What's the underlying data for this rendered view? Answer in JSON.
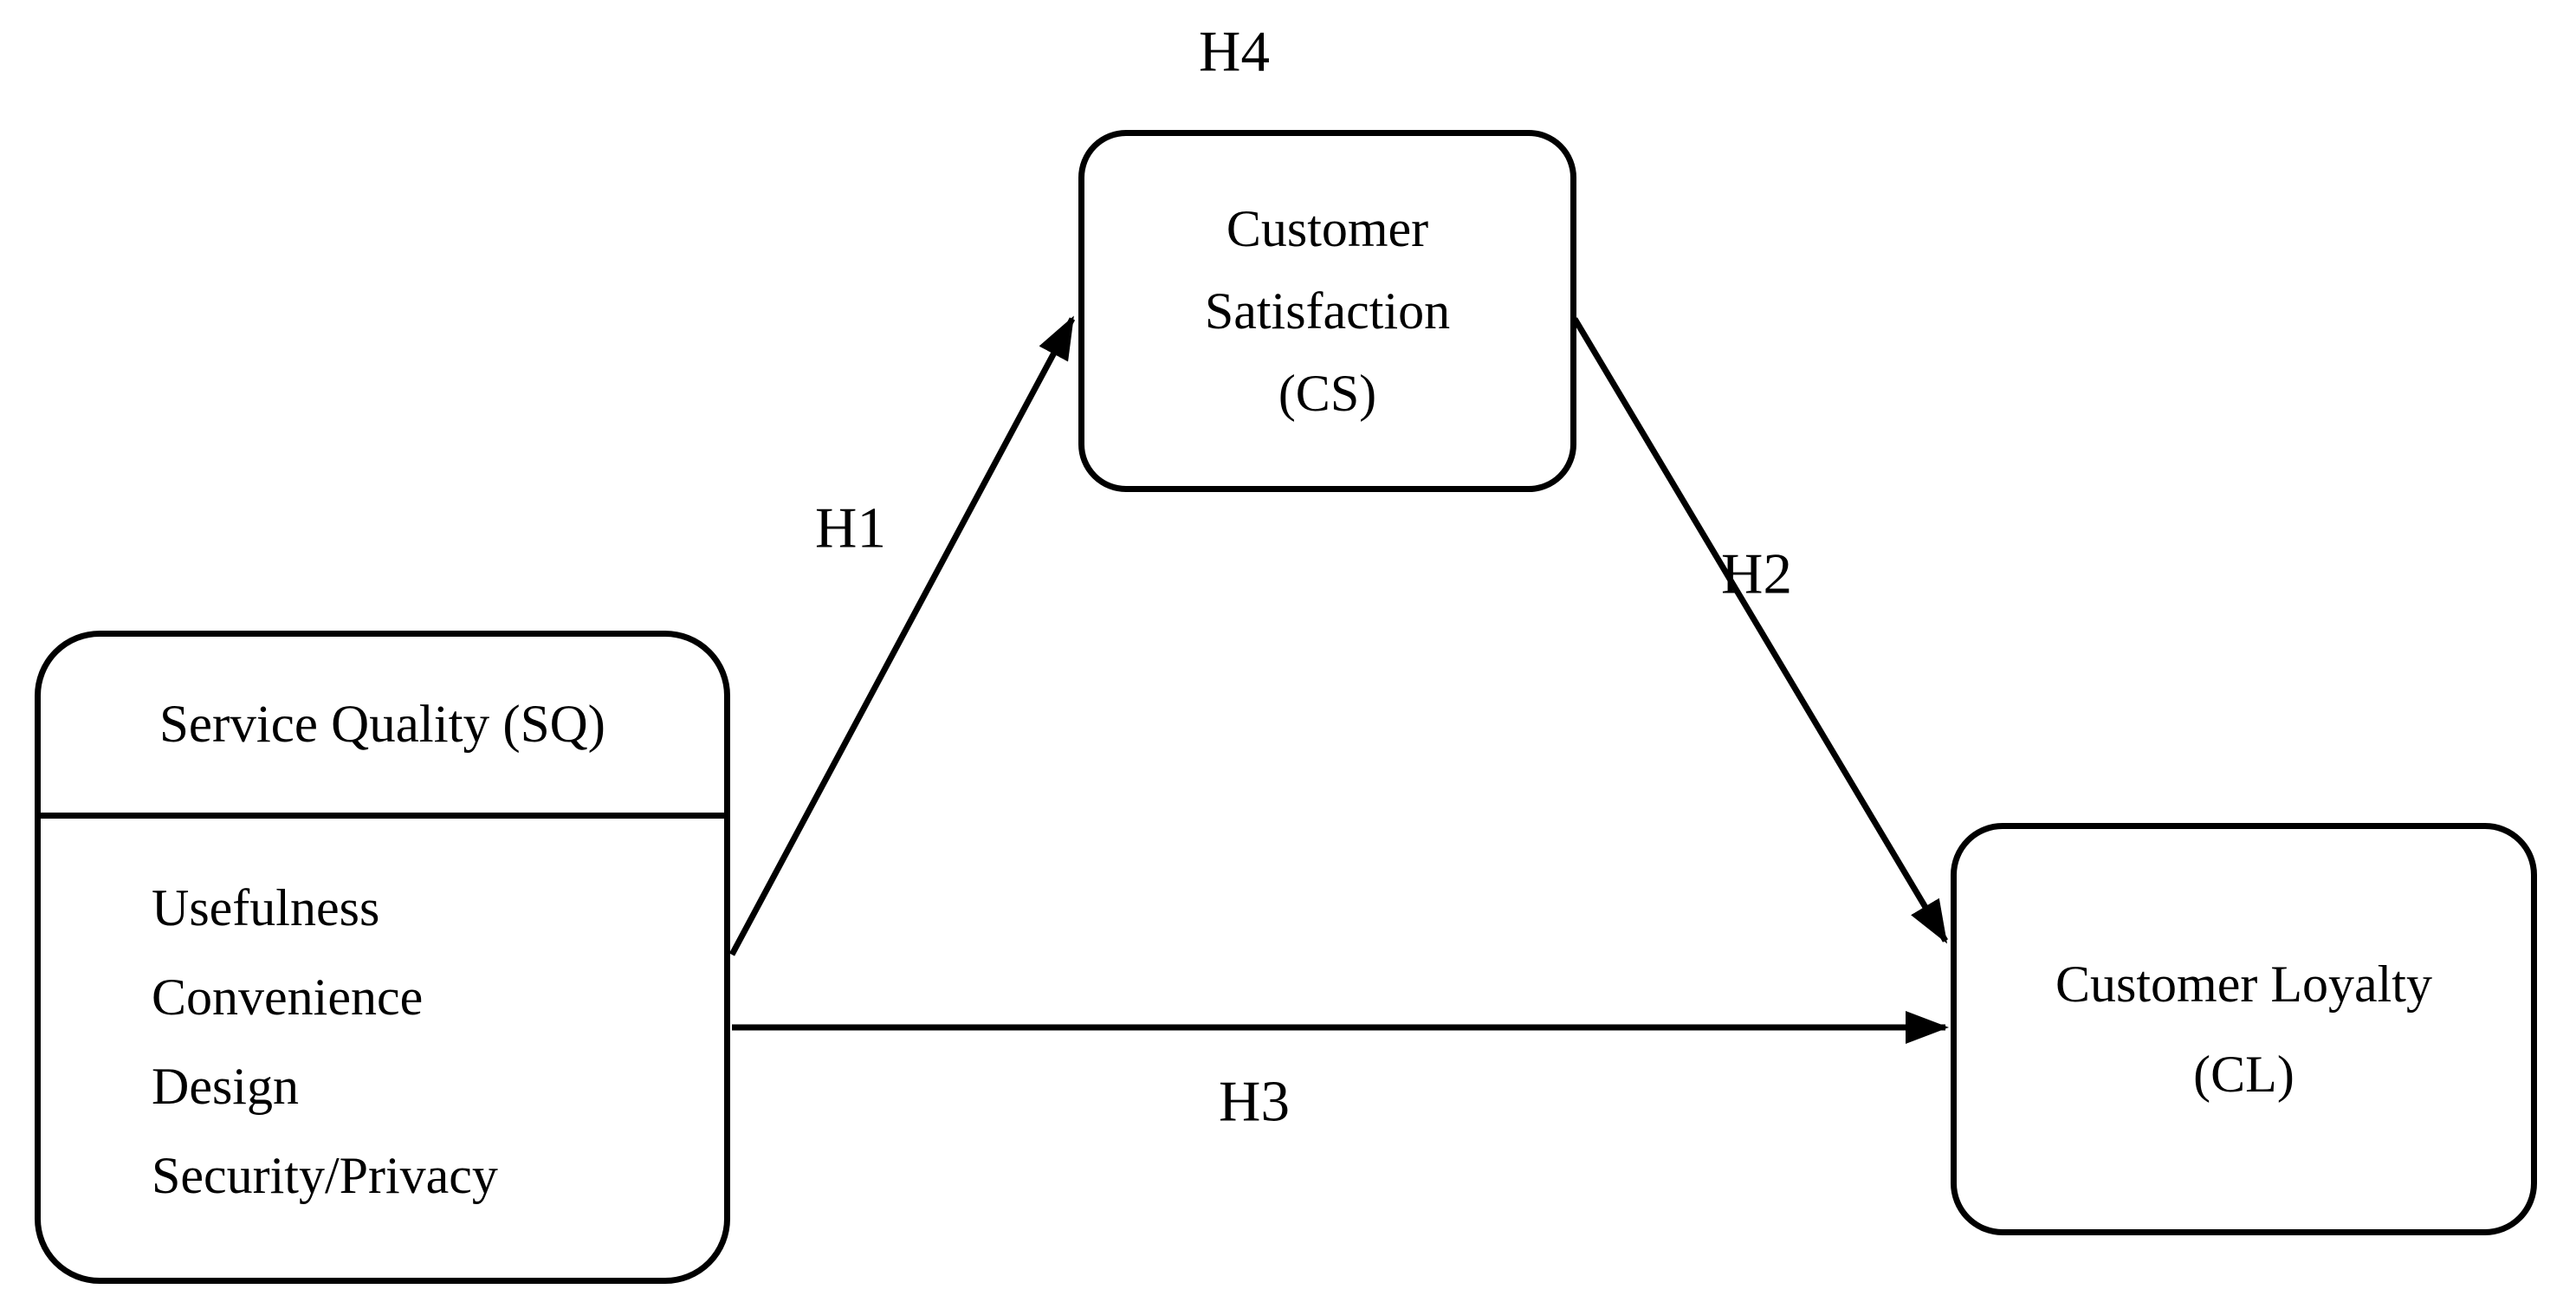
{
  "diagram": {
    "background_color": "#ffffff",
    "stroke_color": "#000000",
    "boxes": {
      "service_quality": {
        "title": "Service Quality (SQ)",
        "items": [
          "Usefulness",
          "Convenience",
          "Design",
          "Security/Privacy"
        ]
      },
      "customer_satisfaction": {
        "lines": [
          "Customer",
          "Satisfaction",
          "(CS)"
        ]
      },
      "customer_loyalty": {
        "lines": [
          "Customer Loyalty",
          "(CL)"
        ]
      }
    },
    "hypotheses": {
      "h1": {
        "label": "H1",
        "from": "Service Quality (SQ)",
        "to": "Customer Satisfaction (CS)"
      },
      "h2": {
        "label": "H2",
        "from": "Customer Satisfaction (CS)",
        "to": "Customer Loyalty (CL)"
      },
      "h3": {
        "label": "H3",
        "from": "Service Quality (SQ)",
        "to": "Customer Loyalty (CL)"
      },
      "h4": {
        "label": "H4",
        "from": "",
        "to": ""
      }
    }
  }
}
